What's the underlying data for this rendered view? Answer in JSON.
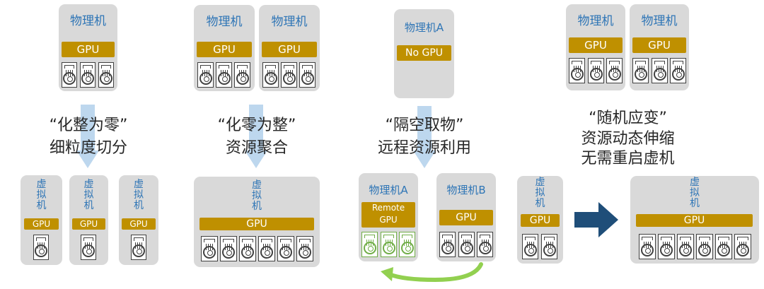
{
  "colors": {
    "box_fill": "#d9d9d9",
    "title_text": "#2e75b6",
    "gpu_bar": "#bf9000",
    "arrow_light": "#bdd7ee",
    "arrow_dark": "#1f4e79",
    "remote_arrow": "#92d050"
  },
  "labels": {
    "physical": "物理机",
    "physical_a": "物理机A",
    "physical_b": "物理机B",
    "gpu": "GPU",
    "no_gpu": "No GPU",
    "remote": "Remote",
    "virtual_1": "虚",
    "virtual_2": "拟",
    "virtual_3": "机"
  },
  "captions": {
    "s1_line1": "“化整为零”",
    "s1_line2": "细粒度切分",
    "s2_line1": "“化零为整”",
    "s2_line2": "资源聚合",
    "s3_line1": "“隔空取物”",
    "s3_line2": "远程资源利用",
    "s4_line1": "“随机应变”",
    "s4_line2": "资源动态伸缩",
    "s4_line3": "无需重启虚机"
  },
  "icons": {
    "gpu_card": "graphics-card-icon",
    "down_arrow": "down-arrow-icon",
    "right_arrow": "right-arrow-icon",
    "curved_arrow": "curved-left-arrow-icon"
  }
}
